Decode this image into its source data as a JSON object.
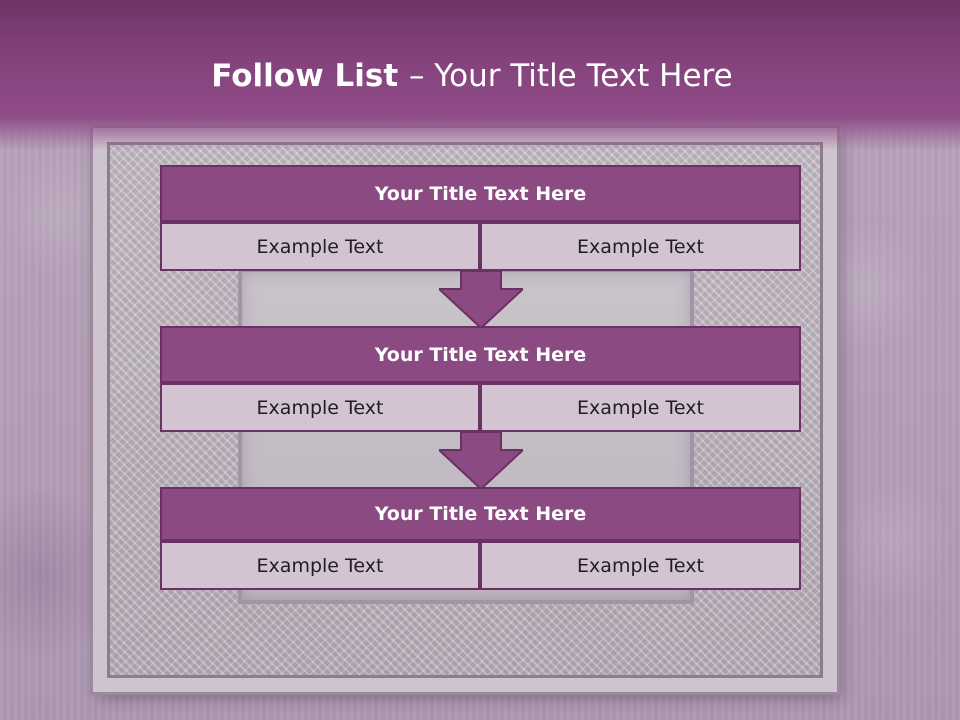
{
  "slide": {
    "title_bold": "Follow List ",
    "title_rest": " – Your Title Text Here"
  },
  "blocks": [
    {
      "title": "Your Title Text Here",
      "left": "Example Text",
      "right": "Example Text"
    },
    {
      "title": "Your Title Text Here",
      "left": "Example Text",
      "right": "Example Text"
    },
    {
      "title": "Your Title Text Here",
      "left": "Example Text",
      "right": "Example Text"
    }
  ],
  "colors": {
    "header_band": "#86447e",
    "block_title_fill": "#8b4a82",
    "block_border": "#6a3163",
    "cell_fill": "#d3c3d3",
    "arrow_fill": "#8b4a82"
  },
  "icons": {
    "connector": "down-arrow-icon"
  }
}
